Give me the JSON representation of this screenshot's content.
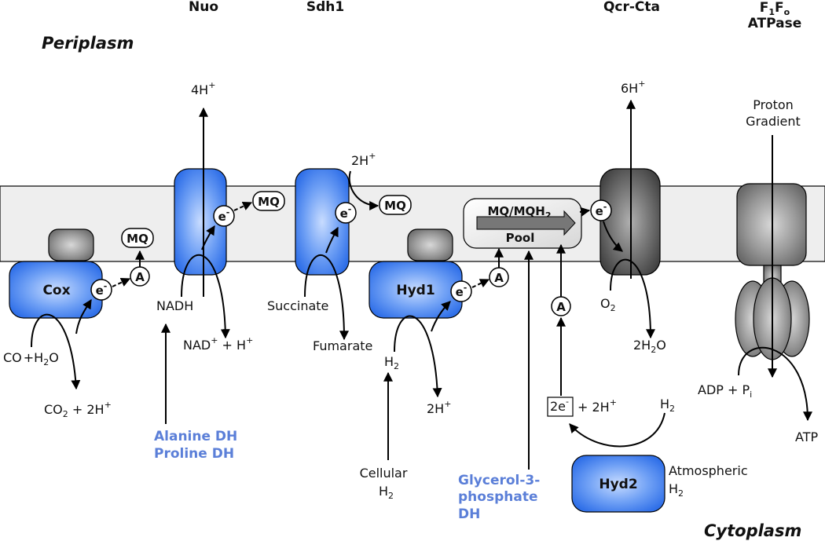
{
  "headers": {
    "nuo": "Nuo",
    "sdh1": "Sdh1",
    "qcr_cta": "Qcr-Cta",
    "atpase_line2": "ATPase"
  },
  "regions": {
    "periplasm": "Periplasm",
    "cytoplasm": "Cytoplasm"
  },
  "complexes": {
    "cox": "Cox",
    "hyd1": "Hyd1",
    "hyd2": "Hyd2",
    "pool_line2": "Pool"
  },
  "labels": {
    "mq": "MQ",
    "a": "A",
    "nadh": "NADH",
    "succinate": "Succinate",
    "fumarate": "Fumarate",
    "cellular_line1": "Cellular",
    "atmospheric": "Atmospheric",
    "proton_line1": "Proton",
    "proton_line2": "Gradient",
    "atp": "ATP",
    "plus": "+",
    "two_h2o_2h": "2H",
    "two_h2o_o": "O"
  },
  "enzymes": {
    "alanine": "Alanine DH",
    "proline": "Proline DH",
    "g3p_line1": "Glycerol-3-",
    "g3p_line2": "phosphate",
    "g3p_line3": "DH"
  },
  "colors": {
    "membrane": "#eeeeee",
    "blue_complex": "#4a86f0",
    "grey_complex": "#888888",
    "enzyme_text": "#5b7fd8"
  }
}
